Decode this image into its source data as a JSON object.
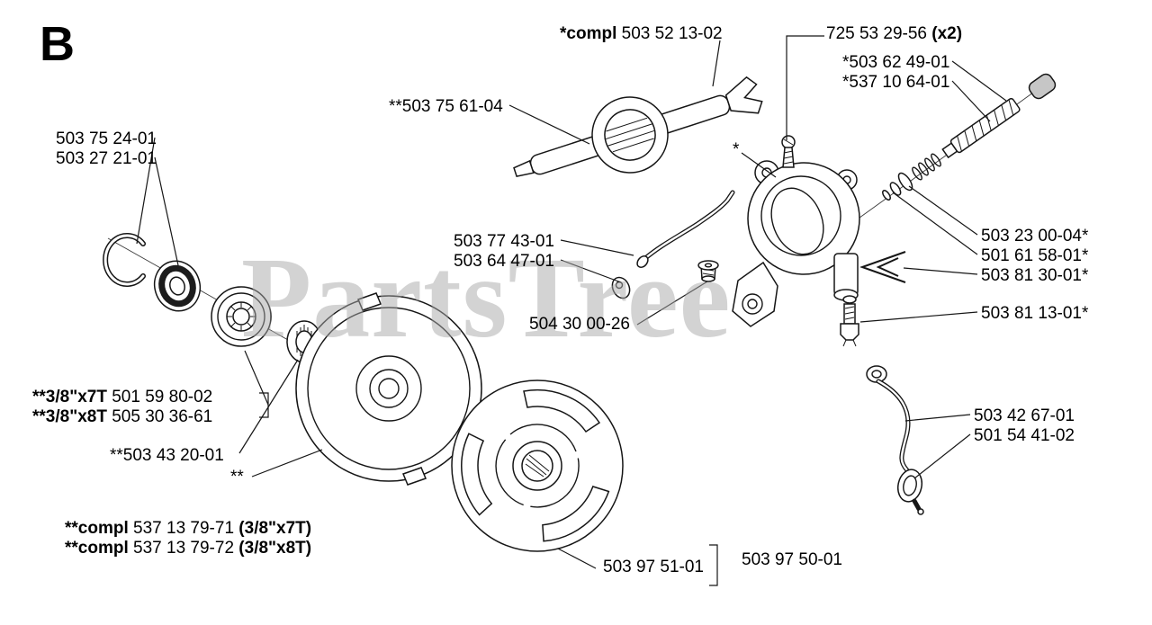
{
  "page": {
    "section_letter": "B",
    "watermark": "PartsTree",
    "background": "#ffffff",
    "ink": "#161616",
    "watermark_color": "#a8a8a8"
  },
  "labels": {
    "compl_tool": {
      "bold": "*compl",
      "text": " 503 52 13-02"
    },
    "screws": {
      "text": "725 53 29-56 ",
      "bold2": "(x2)"
    },
    "shaft_a": {
      "text": "*503 62 49-01"
    },
    "shaft_b": {
      "text": "*537 10 64-01"
    },
    "tool": {
      "text": "**503 75 61-04"
    },
    "snap_ring": {
      "text": "503 75 24-01"
    },
    "seal": {
      "text": "503 27 21-01"
    },
    "wire": {
      "text": "503 77 43-01"
    },
    "grommet": {
      "text": "503 64 47-01"
    },
    "pump_star": {
      "text": "*"
    },
    "washer": {
      "text": "503 23 00-04*"
    },
    "spring": {
      "text": "501 61 58-01*"
    },
    "arrow": {
      "text": "503 81 30-01*"
    },
    "fitting": {
      "text": "504 30 00-26"
    },
    "valve": {
      "text": "503 81 13-01*"
    },
    "sprocket_7t": {
      "bold": "**3/8\"x7T",
      "text": " 501 59 80-02"
    },
    "sprocket_8t": {
      "bold": "**3/8\"x8T",
      "text": " 505 30 36-61"
    },
    "bearing": {
      "text": "**503 43 20-01"
    },
    "drum_stars": {
      "text": "**"
    },
    "hose": {
      "text": "503 42 67-01"
    },
    "bulb": {
      "text": "501 54 41-02"
    },
    "compl_7t": {
      "bold": "**compl",
      "text": " 537 13 79-71 ",
      "bold2": "(3/8\"x7T)"
    },
    "compl_8t": {
      "bold": "**compl",
      "text": " 537 13 79-72 ",
      "bold2": "(3/8\"x8T)"
    },
    "clutch_inner": {
      "text": "503 97 51-01"
    },
    "clutch_outer": {
      "text": "503 97 50-01"
    }
  }
}
